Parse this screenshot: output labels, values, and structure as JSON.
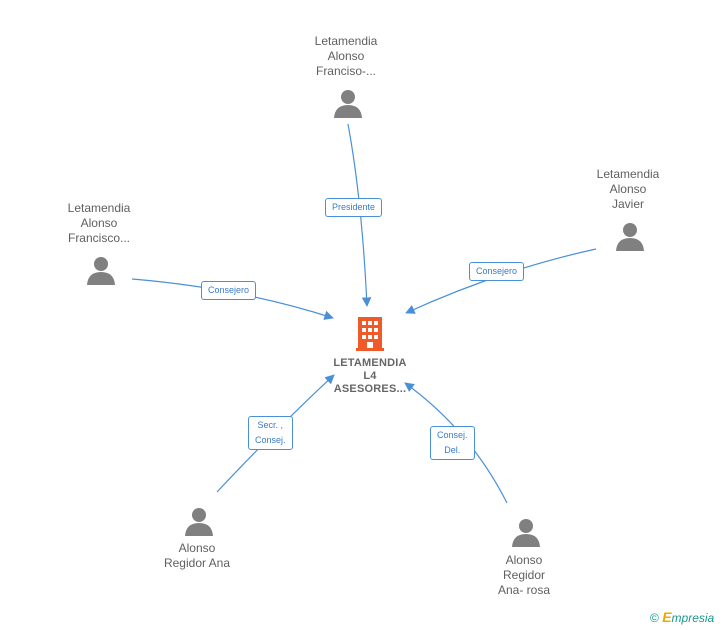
{
  "center": {
    "lines": [
      "LETAMENDIA",
      "L4",
      "ASESORES..."
    ]
  },
  "people": [
    {
      "id": "p1",
      "lines": [
        "Letamendia",
        "Alonso",
        "Franciso-..."
      ]
    },
    {
      "id": "p2",
      "lines": [
        "Letamendia",
        "Alonso",
        "Francisco..."
      ]
    },
    {
      "id": "p3",
      "lines": [
        "Letamendia",
        "Alonso",
        "Javier"
      ]
    },
    {
      "id": "p4",
      "lines": [
        "Alonso",
        "Regidor Ana"
      ]
    },
    {
      "id": "p5",
      "lines": [
        "Alonso",
        "Regidor",
        "Ana- rosa"
      ]
    }
  ],
  "relations": [
    {
      "lines": [
        "Presidente"
      ]
    },
    {
      "lines": [
        "Consejero"
      ]
    },
    {
      "lines": [
        "Consejero"
      ]
    },
    {
      "lines": [
        "Secr. ,",
        "Consej."
      ]
    },
    {
      "lines": [
        "Consej.",
        "Del."
      ]
    }
  ],
  "brand": {
    "symbol": "©",
    "e": "E",
    "rest": "mpresia"
  },
  "colors": {
    "edge": "#4a90d9",
    "building": "#f05a28",
    "person": "#808080"
  }
}
